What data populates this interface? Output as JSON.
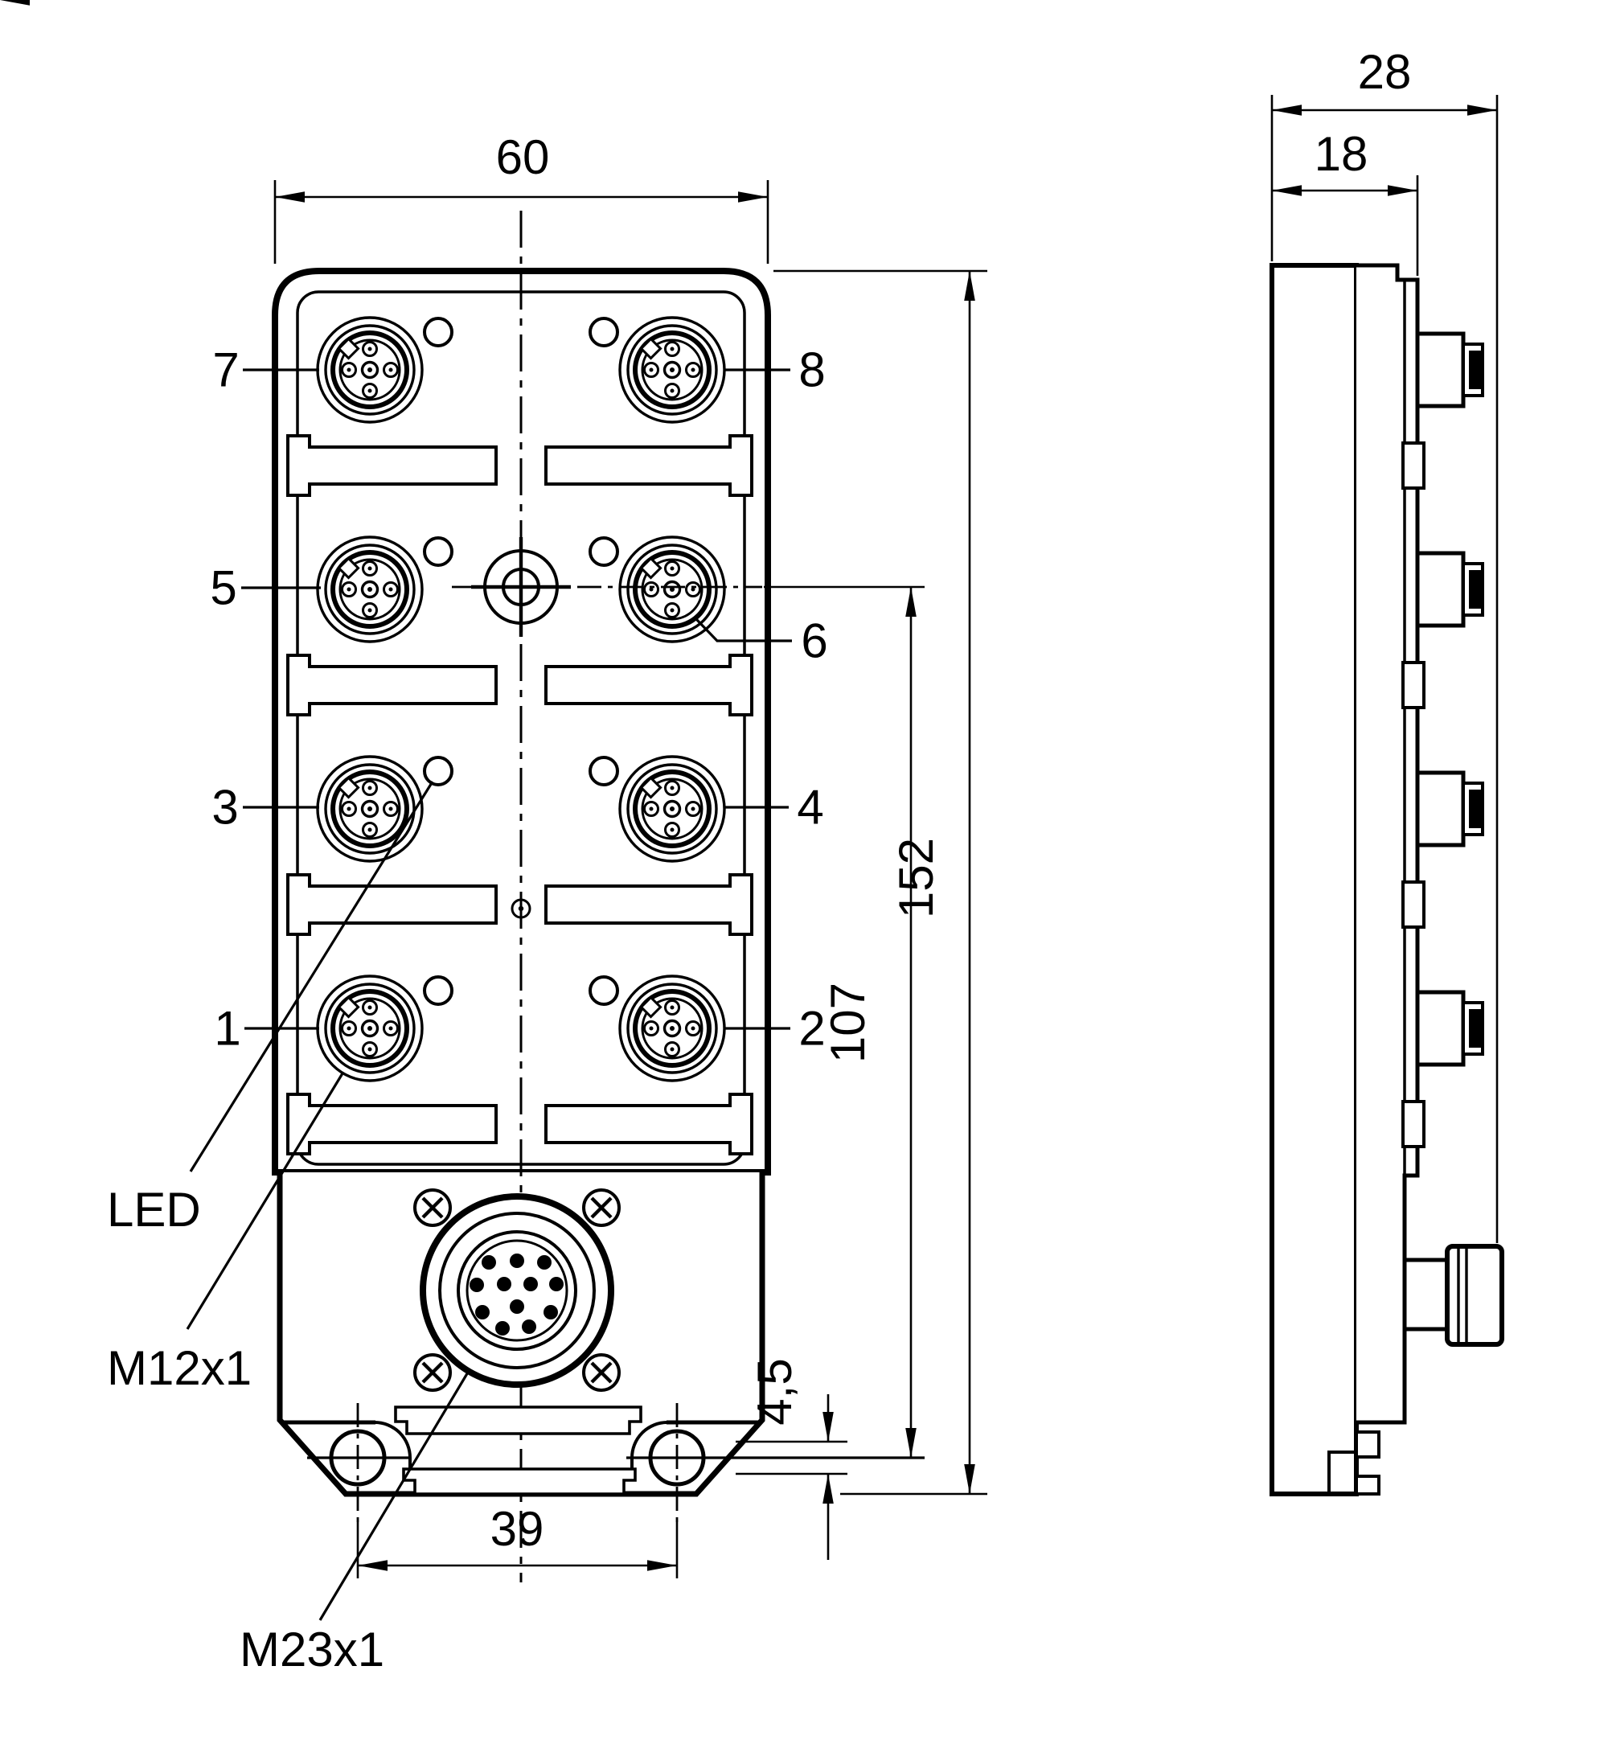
{
  "drawing": {
    "type": "technical-dimension-drawing",
    "subject": "8-port M12 sensor/actuator distribution box with M23 main connector",
    "views": {
      "front": "front view",
      "side": "side view"
    }
  },
  "front": {
    "ports": [
      {
        "label": "7"
      },
      {
        "label": "8"
      },
      {
        "label": "5"
      },
      {
        "label": "6"
      },
      {
        "label": "3"
      },
      {
        "label": "4"
      },
      {
        "label": "1"
      },
      {
        "label": "2"
      }
    ],
    "led_label": "LED",
    "m12_label": "M12x1",
    "m23_label": "M23x1"
  },
  "dims": {
    "width": "60",
    "height": "152",
    "row_to_hole": "107",
    "hole_to_edge": "4,5",
    "hole_spacing": "39",
    "depth_total": "28",
    "depth_body": "18"
  },
  "colors": {
    "line": "#000000",
    "background": "#ffffff"
  }
}
